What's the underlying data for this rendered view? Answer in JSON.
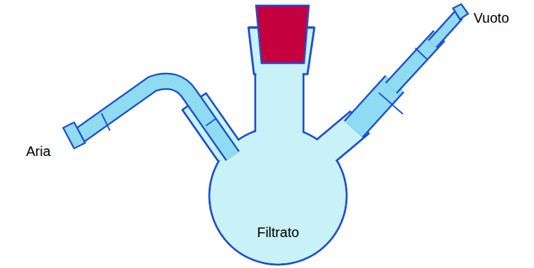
{
  "diagram": {
    "labels": [
      "Aria",
      "Vuoto",
      "Filtrato"
    ]
  }
}
